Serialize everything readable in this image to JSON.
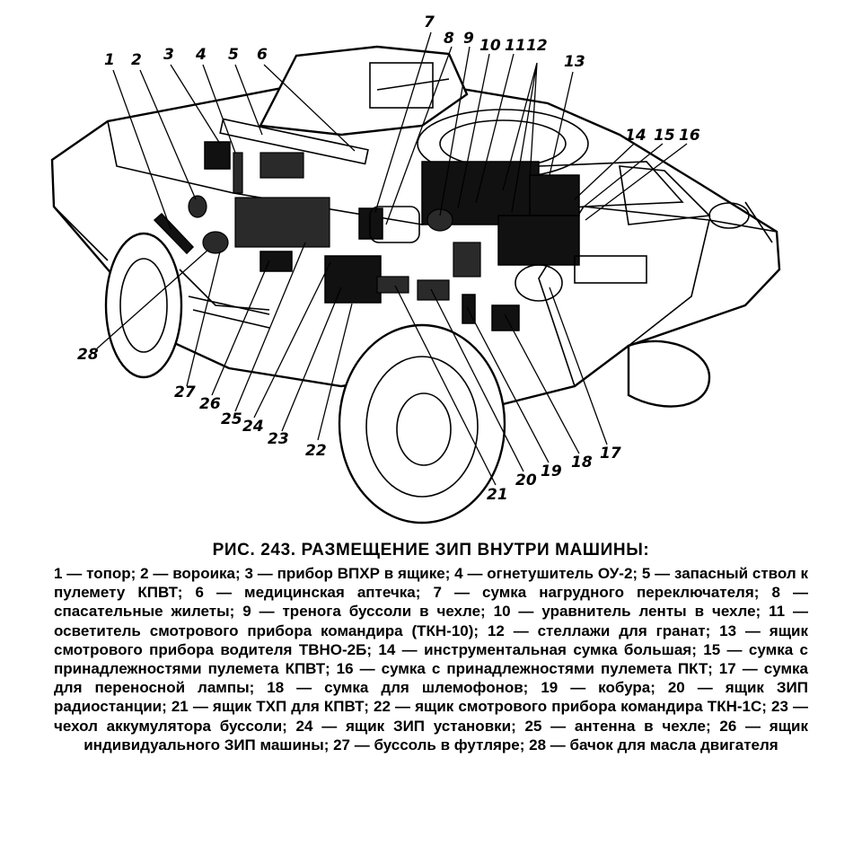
{
  "figure": {
    "callouts": [
      {
        "id": "c1",
        "text": "1"
      },
      {
        "id": "c2",
        "text": "2"
      },
      {
        "id": "c3",
        "text": "3"
      },
      {
        "id": "c4",
        "text": "4"
      },
      {
        "id": "c5",
        "text": "5"
      },
      {
        "id": "c6",
        "text": "6"
      },
      {
        "id": "c7",
        "text": "7"
      },
      {
        "id": "c8",
        "text": "8"
      },
      {
        "id": "c9",
        "text": "9"
      },
      {
        "id": "c10",
        "text": "10"
      },
      {
        "id": "c11",
        "text": "11"
      },
      {
        "id": "c12",
        "text": "12"
      },
      {
        "id": "c13",
        "text": "13"
      },
      {
        "id": "c14",
        "text": "14"
      },
      {
        "id": "c15",
        "text": "15"
      },
      {
        "id": "c16",
        "text": "16"
      },
      {
        "id": "c17",
        "text": "17"
      },
      {
        "id": "c18",
        "text": "18"
      },
      {
        "id": "c19",
        "text": "19"
      },
      {
        "id": "c20",
        "text": "20"
      },
      {
        "id": "c21",
        "text": "21"
      },
      {
        "id": "c22",
        "text": "22"
      },
      {
        "id": "c23",
        "text": "23"
      },
      {
        "id": "c24",
        "text": "24"
      },
      {
        "id": "c25",
        "text": "25"
      },
      {
        "id": "c26",
        "text": "26"
      },
      {
        "id": "c27",
        "text": "27"
      },
      {
        "id": "c28",
        "text": "28"
      }
    ]
  },
  "caption": {
    "title": "РИС. 243. РАЗМЕЩЕНИЕ ЗИП ВНУТРИ МАШИНЫ:",
    "body": "1 — топор; 2 — вороика; 3 — прибор ВПХР в ящике; 4 — огнетушитель ОУ-2; 5 — запасный ствол к пулемету КПВТ; 6 — медицинская аптечка; 7 — сумка нагрудного переключателя; 8 — спасательные жилеты; 9 — тренога буссоли в чехле; 10 — уравнитель ленты в чехле; 11 — осветитель смотрового прибора командира (ТКН-10); 12 — стеллажи для гранат; 13 — ящик смотрового прибора водителя ТВНО-2Б; 14 — инструментальная сумка большая; 15 — сумка с принадлежностями пулемета КПВТ; 16 — сумка с принадлежностями пулемета ПКТ; 17 — сумка для переносной лампы; 18 — сумка для шлемофонов; 19 — кобура; 20 — ящик ЗИП радиостанции; 21 — ящик ТХП для КПВТ; 22 — ящик смотрового прибора командира ТКН-1С; 23 — чехол аккумулятора буссоли; 24 — ящик ЗИП установки; 25 — антенна в чехле; 26 — ящик индивидуального ЗИП машины; 27 — буссоль в футляре; 28 — бачок для масла двигателя"
  }
}
